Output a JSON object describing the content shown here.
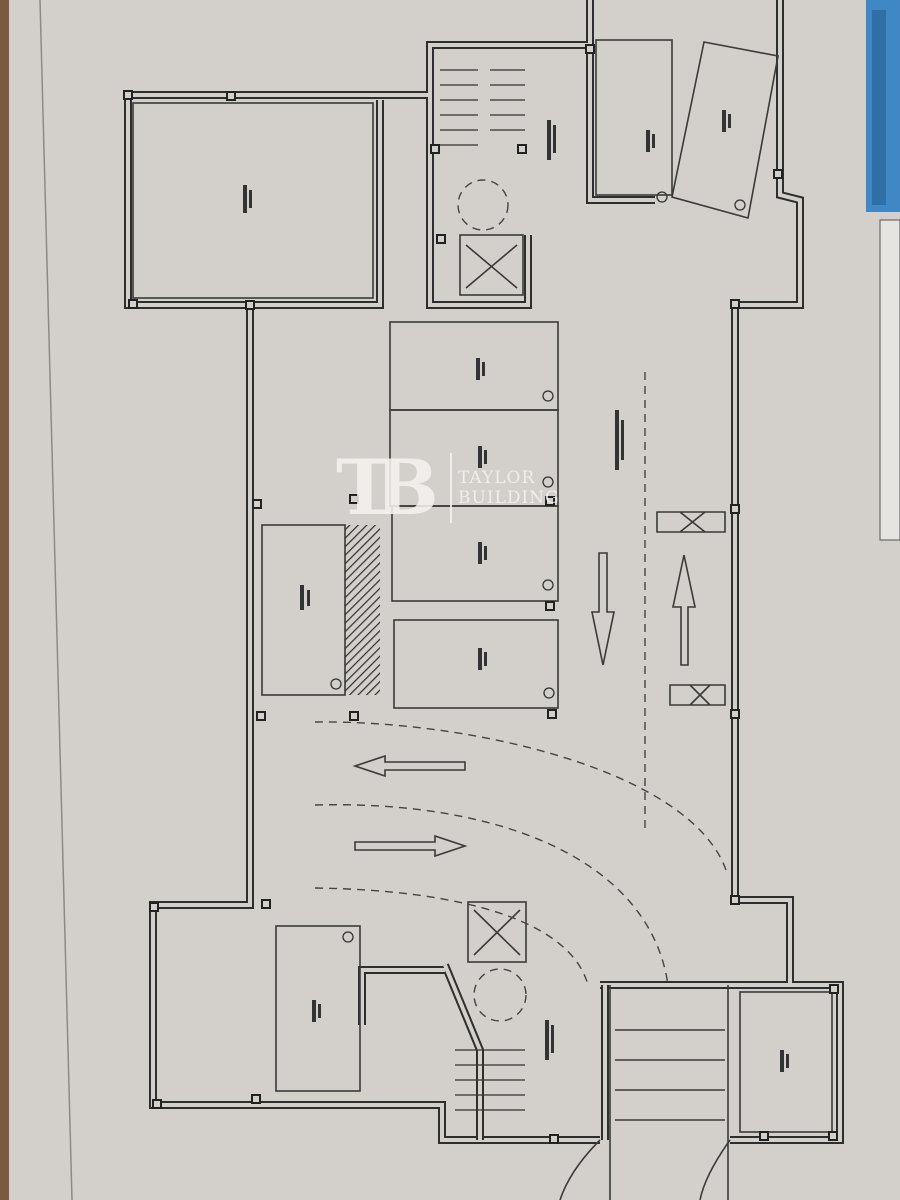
{
  "drawing": {
    "paper_color": "#d3cfca",
    "line_color": "#2e2e2e",
    "title_block_color": "#3f88c5",
    "bay_numbers": [
      "5",
      "4",
      "3",
      "2",
      "1",
      "6",
      "7",
      "8",
      "9"
    ]
  },
  "watermark": {
    "logo_letters": "TB",
    "line1": "TAYLOR",
    "line2": "BUILDING",
    "color": "#f4f2ef"
  }
}
